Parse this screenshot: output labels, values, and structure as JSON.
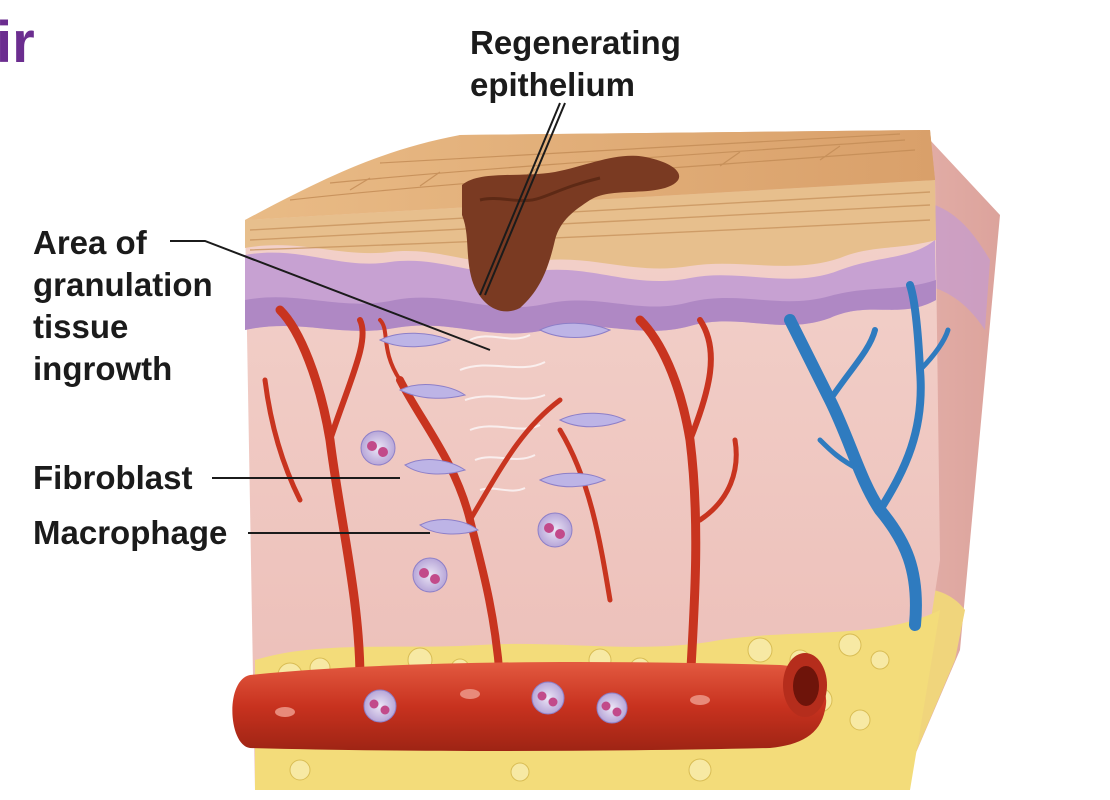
{
  "heading": {
    "text": "ir",
    "color": "#6b2d8f"
  },
  "labels": {
    "regenerating_epithelium": [
      "Regenerating",
      "epithelium"
    ],
    "granulation": [
      "Area of",
      "granulation",
      "tissue",
      "ingrowth"
    ],
    "fibroblast": "Fibroblast",
    "macrophage": "Macrophage"
  },
  "colors": {
    "skin_surface": "#e4b27c",
    "epidermis_purple": "#b58bc6",
    "dermis": "#efc9c3",
    "fat": "#f3dc7a",
    "artery": "#cc3a26",
    "vein": "#2f7bbf",
    "scab": "#7a3a22"
  }
}
